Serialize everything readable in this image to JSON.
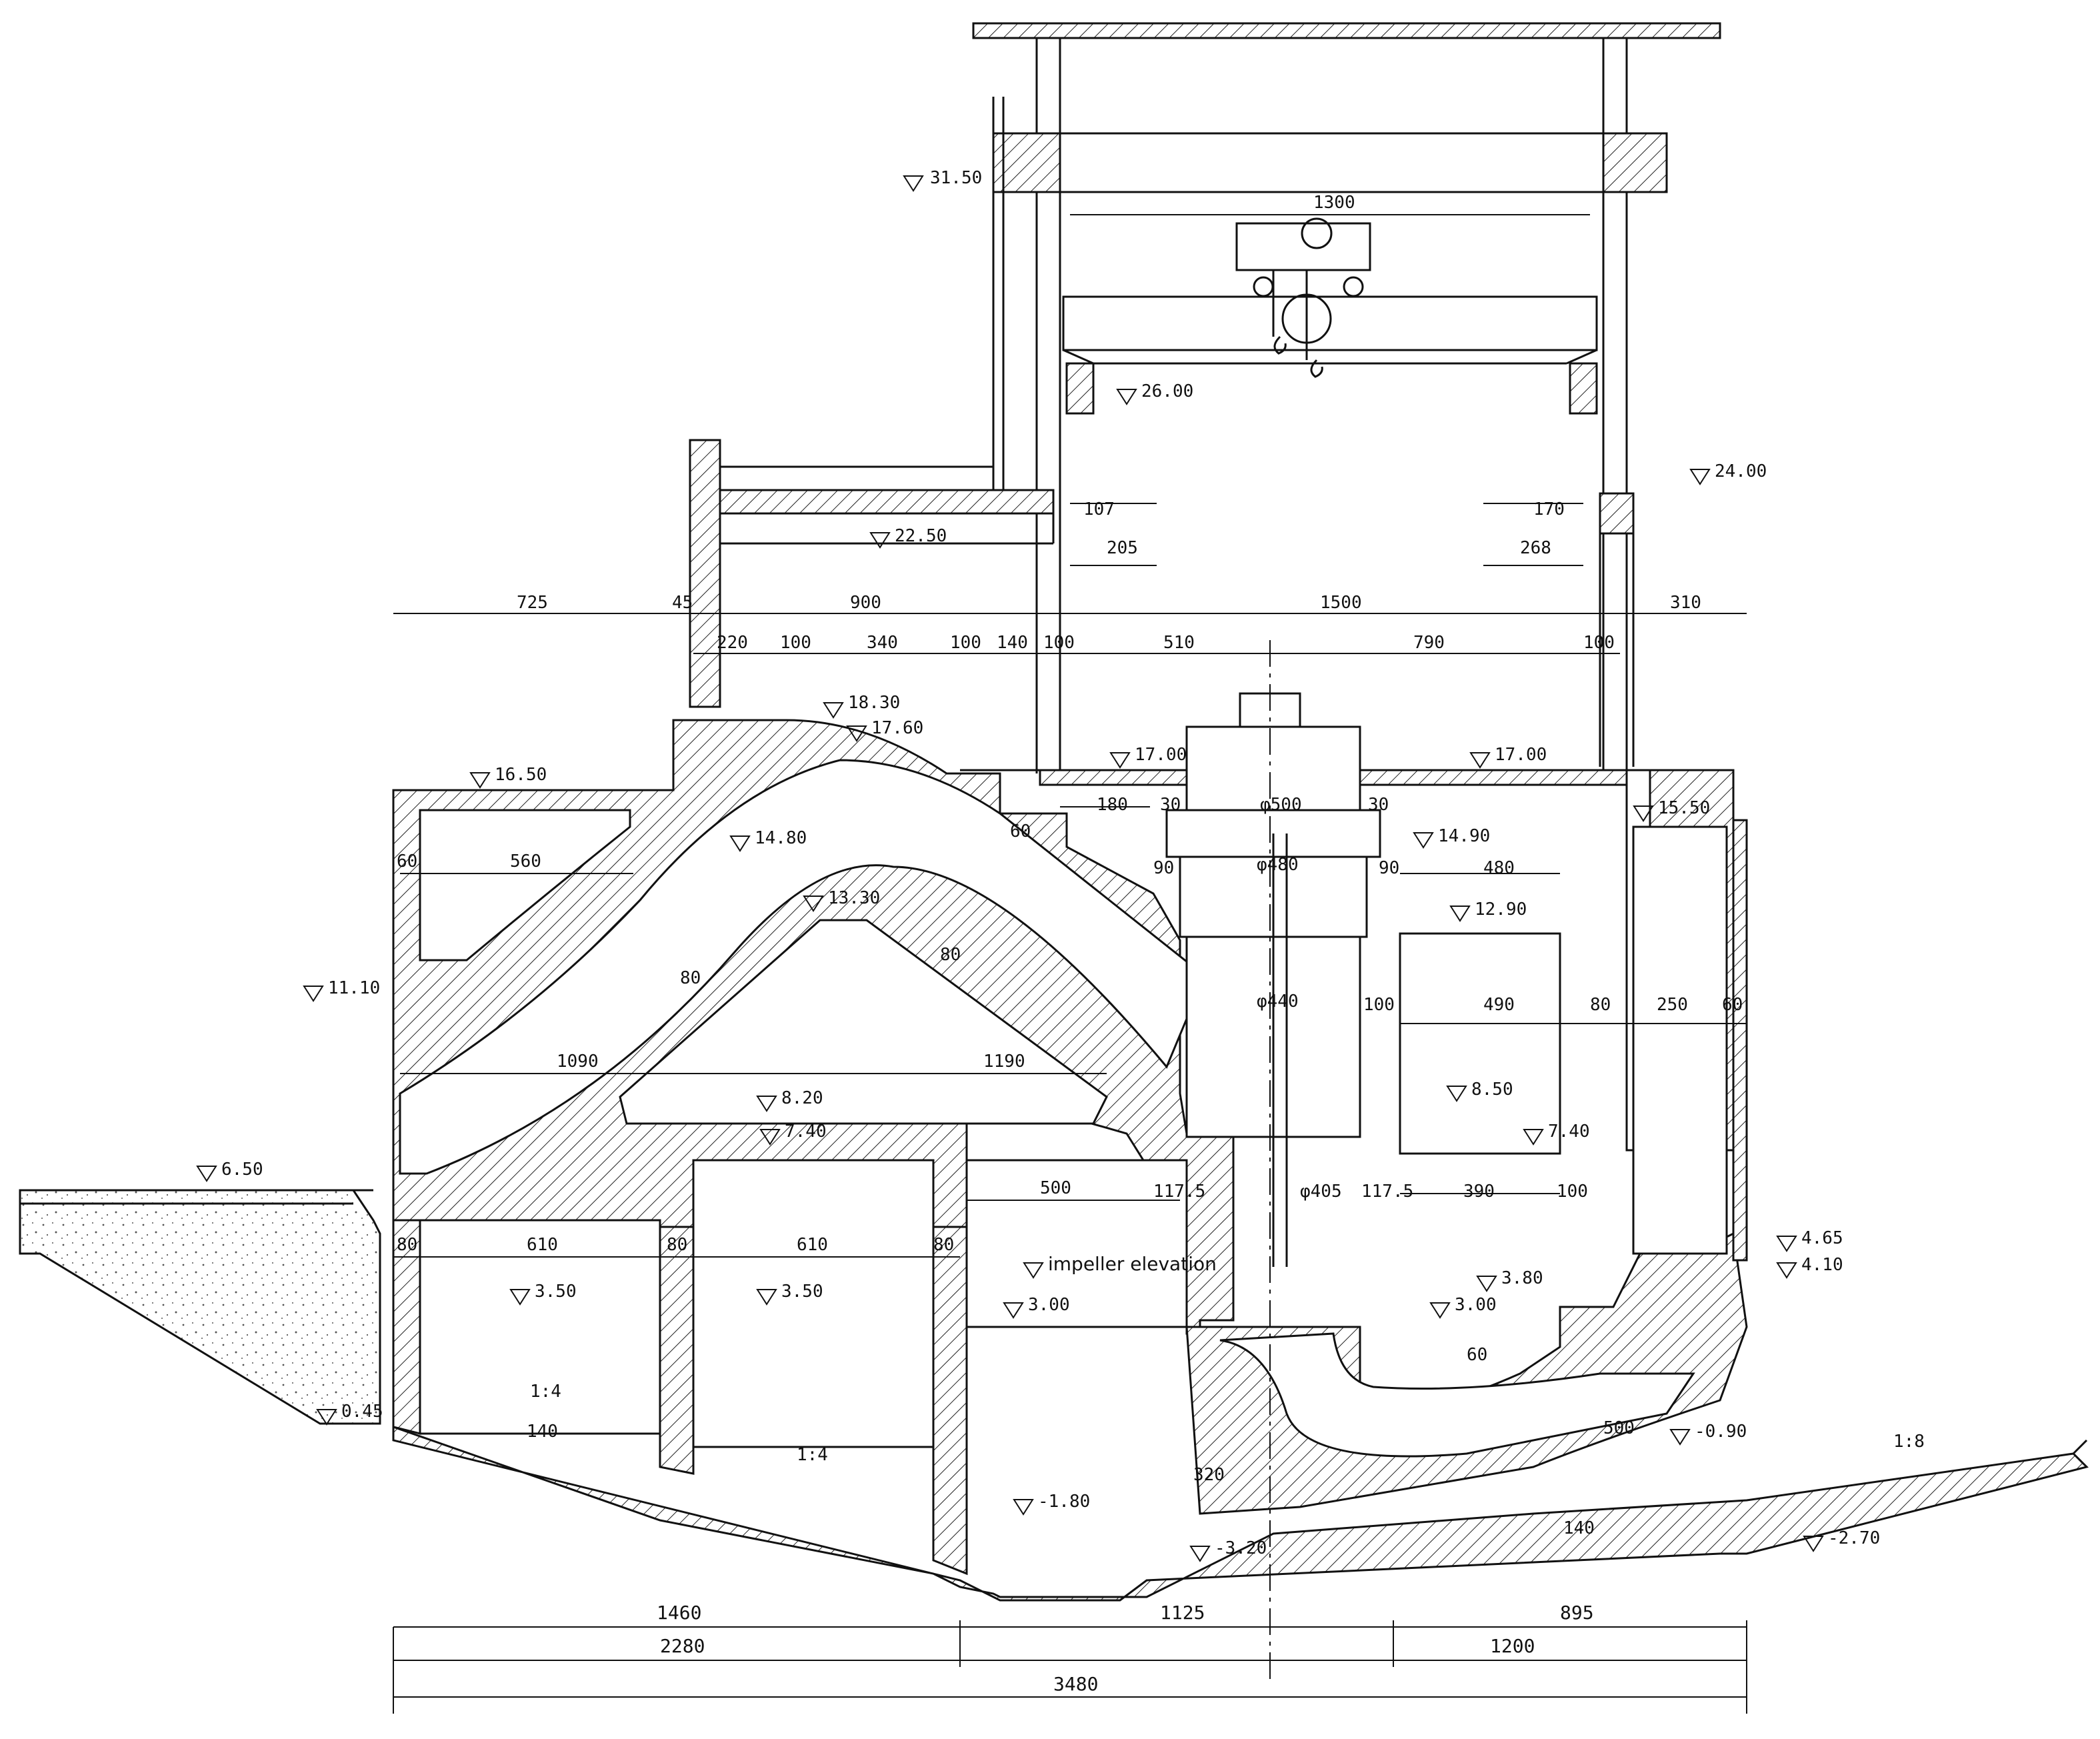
{
  "elevations": {
    "e31_50": "31.50",
    "e26_00": "26.00",
    "e24_00": "24.00",
    "e22_50": "22.50",
    "e18_30": "18.30",
    "e17_60": "17.60",
    "e17_00_left": "17.00",
    "e17_00_right": "17.00",
    "e16_50": "16.50",
    "e15_50": "15.50",
    "e14_90": "14.90",
    "e14_80": "14.80",
    "e13_30": "13.30",
    "e12_90": "12.90",
    "e11_10": "11.10",
    "e8_50": "8.50",
    "e8_20": "8.20",
    "e7_40_left": "7.40",
    "e7_40_right": "7.40",
    "e6_50": "6.50",
    "e4_65": "4.65",
    "e4_10": "4.10",
    "e3_80": "3.80",
    "e3_50_a": "3.50",
    "e3_50_b": "3.50",
    "e3_00_left": "3.00",
    "e3_00_right": "3.00",
    "e0_45": "0.45",
    "em0_90": "-0.90",
    "em1_80": "-1.80",
    "em2_70": "-2.70",
    "em3_20": "-3.20",
    "impeller": "impeller elevation"
  },
  "dims": {
    "d1300": "1300",
    "d107": "107",
    "d205": "205",
    "d170": "170",
    "d268": "268",
    "d725": "725",
    "d45": "45",
    "d900": "900",
    "d1500": "1500",
    "d310": "310",
    "d220": "220",
    "d100a": "100",
    "d340": "340",
    "d100b": "100",
    "d140a": "140",
    "d100c": "100",
    "d510": "510",
    "d790": "790",
    "d100d": "100",
    "d180": "180",
    "d30a": "30",
    "d30b": "30",
    "phi500": "φ500",
    "phi480": "φ480",
    "phi440": "φ440",
    "phi405": "φ405",
    "d90a": "90",
    "d90b": "90",
    "d480": "480",
    "d60a": "60",
    "d560": "560",
    "d60b": "60",
    "d80a": "80",
    "d80b": "80",
    "d100e": "100",
    "d490": "490",
    "d80c": "80",
    "d250": "250",
    "d60c": "60",
    "d1090": "1090",
    "d1190": "1190",
    "d500a": "500",
    "d117a": "117.5",
    "d117b": "117.5",
    "d390": "390",
    "d100f": "100",
    "d80d": "80",
    "d610a": "610",
    "d80e": "80",
    "d610b": "610",
    "d80f": "80",
    "d60d": "60",
    "d500b": "500",
    "d320": "320",
    "d140b": "140",
    "d140c": "140",
    "d1460": "1460",
    "d1125": "1125",
    "d895": "895",
    "d2280": "2280",
    "d1200": "1200",
    "d3480": "3480",
    "slope1": "1:4",
    "slope2": "1:4",
    "slope3": "1:8"
  }
}
